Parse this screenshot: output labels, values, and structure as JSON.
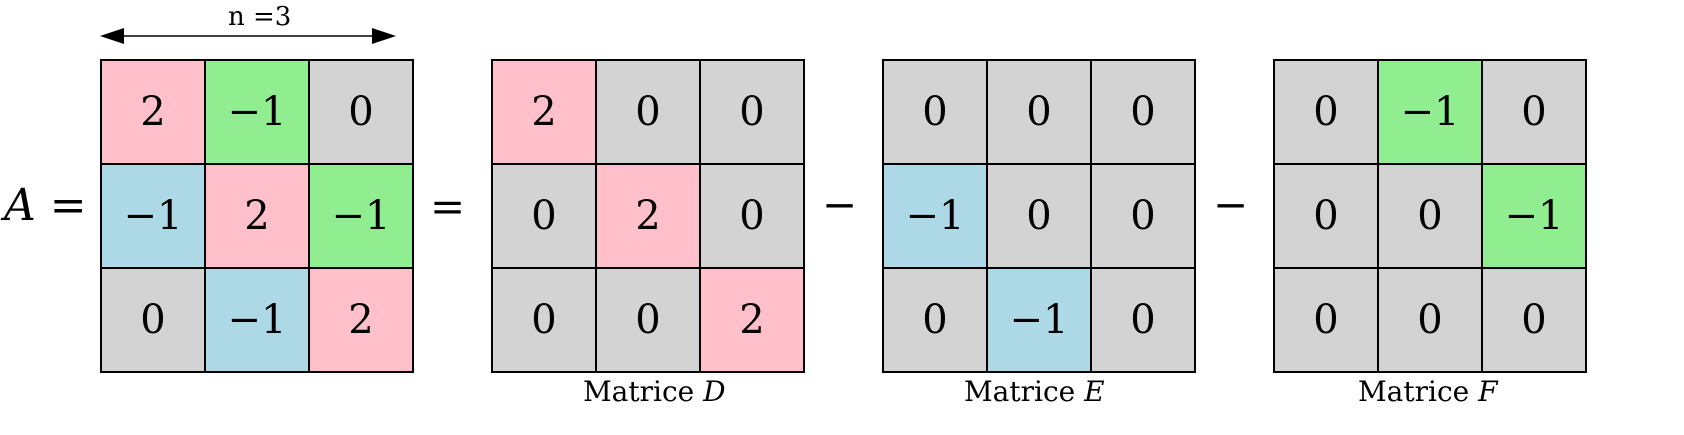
{
  "dimension_label": "n =3",
  "lhs": {
    "name": "A",
    "sign": "="
  },
  "equals": "=",
  "minus": "−",
  "colors": {
    "pink": "#FFC0CB",
    "green": "#90EE90",
    "blue": "#ADD8E6",
    "gray": "#D3D3D3"
  },
  "matrices": [
    {
      "id": "A",
      "caption": null,
      "cells": [
        [
          "2",
          "−1",
          "0"
        ],
        [
          "−1",
          "2",
          "−1"
        ],
        [
          "0",
          "−1",
          "2"
        ]
      ],
      "colors": [
        [
          "pink",
          "green",
          "gray"
        ],
        [
          "blue",
          "pink",
          "green"
        ],
        [
          "gray",
          "blue",
          "pink"
        ]
      ]
    },
    {
      "id": "D",
      "caption": {
        "prefix": "Matrice",
        "var": "D"
      },
      "cells": [
        [
          "2",
          "0",
          "0"
        ],
        [
          "0",
          "2",
          "0"
        ],
        [
          "0",
          "0",
          "2"
        ]
      ],
      "colors": [
        [
          "pink",
          "gray",
          "gray"
        ],
        [
          "gray",
          "pink",
          "gray"
        ],
        [
          "gray",
          "gray",
          "pink"
        ]
      ]
    },
    {
      "id": "E",
      "caption": {
        "prefix": "Matrice",
        "var": "E"
      },
      "cells": [
        [
          "0",
          "0",
          "0"
        ],
        [
          "−1",
          "0",
          "0"
        ],
        [
          "0",
          "−1",
          "0"
        ]
      ],
      "colors": [
        [
          "gray",
          "gray",
          "gray"
        ],
        [
          "blue",
          "gray",
          "gray"
        ],
        [
          "gray",
          "blue",
          "gray"
        ]
      ]
    },
    {
      "id": "F",
      "caption": {
        "prefix": "Matrice",
        "var": "F"
      },
      "cells": [
        [
          "0",
          "−1",
          "0"
        ],
        [
          "0",
          "0",
          "−1"
        ],
        [
          "0",
          "0",
          "0"
        ]
      ],
      "colors": [
        [
          "gray",
          "green",
          "gray"
        ],
        [
          "gray",
          "gray",
          "green"
        ],
        [
          "gray",
          "gray",
          "gray"
        ]
      ]
    }
  ]
}
